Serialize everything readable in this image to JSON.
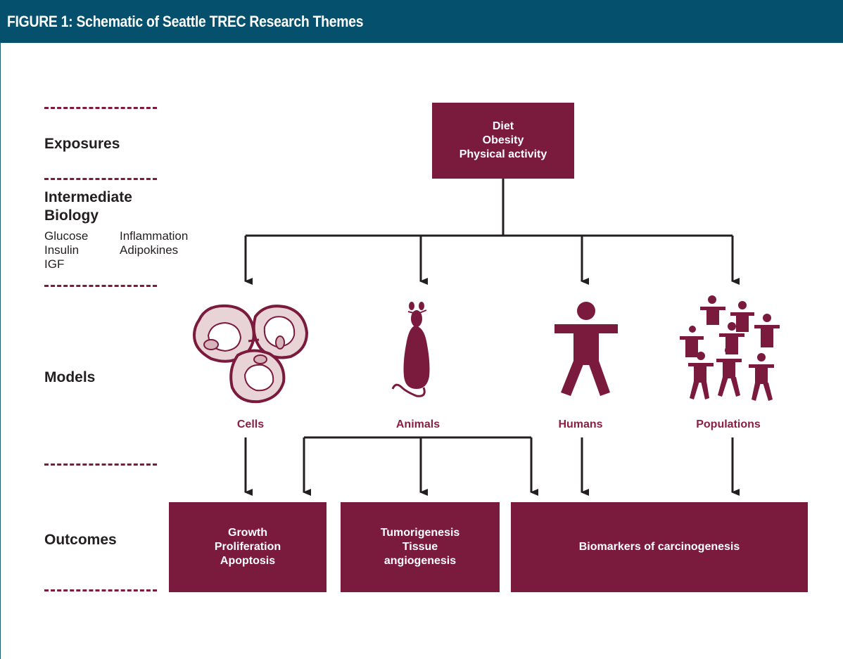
{
  "figure": {
    "title": "FIGURE 1: Schematic of Seattle TREC Research Themes",
    "colors": {
      "header": "#04506d",
      "accent": "#7a1a3c",
      "label": "#8a1e43",
      "text": "#231f20"
    }
  },
  "rows": {
    "exposures": "Exposures",
    "intermediate": "Intermediate Biology",
    "intermediate_items": [
      "Glucose",
      "Insulin",
      "IGF",
      "Inflammation",
      "Adipokines"
    ],
    "models": "Models",
    "outcomes": "Outcomes"
  },
  "exposure_box": {
    "lines": [
      "Diet",
      "Obesity",
      "Physical activity"
    ]
  },
  "models": [
    "Cells",
    "Animals",
    "Humans",
    "Populations"
  ],
  "outcomes": [
    {
      "lines": [
        "Growth",
        "Proliferation",
        "Apoptosis"
      ]
    },
    {
      "lines": [
        "Tumorigenesis",
        "Tissue",
        "angiogenesis"
      ]
    },
    {
      "lines": [
        "Biomarkers of carcinogenesis"
      ]
    }
  ],
  "icons": [
    "cells-icon",
    "mouse-icon",
    "human-icon",
    "population-icon"
  ]
}
